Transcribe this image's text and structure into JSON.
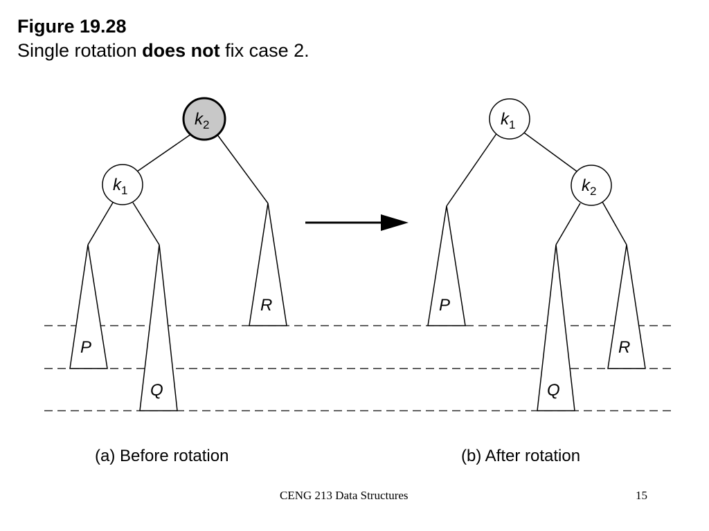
{
  "slide": {
    "figure_label": "Figure 19.28",
    "caption_pre": "Single rotation ",
    "caption_bold": "does not",
    "caption_post": " fix case 2."
  },
  "diagram": {
    "before": {
      "label": "(a) Before rotation",
      "root": {
        "name": "k",
        "sub": "2",
        "highlighted": true
      },
      "child": {
        "name": "k",
        "sub": "1"
      },
      "subtrees": [
        "P",
        "Q",
        "R"
      ]
    },
    "after": {
      "label": "(b) After rotation",
      "root": {
        "name": "k",
        "sub": "1"
      },
      "child": {
        "name": "k",
        "sub": "2"
      },
      "subtrees": [
        "P",
        "Q",
        "R"
      ]
    },
    "colors": {
      "highlight_fill": "#c8c8c8",
      "node_fill": "#ffffff",
      "stroke": "#000000"
    }
  },
  "footer": {
    "course": "CENG 213 Data Structures",
    "page_number": "15"
  }
}
